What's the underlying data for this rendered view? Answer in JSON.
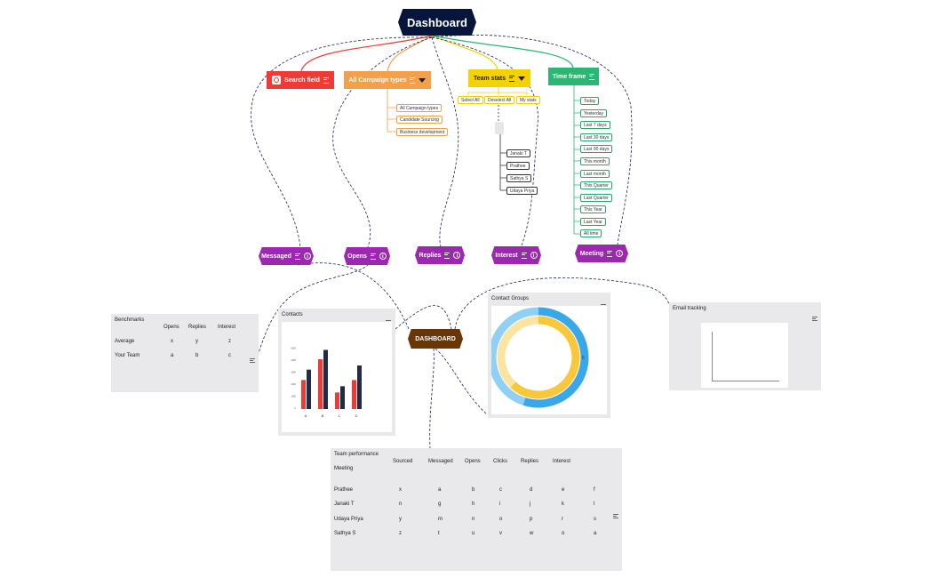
{
  "root": {
    "label": "Dashboard"
  },
  "branches": {
    "search": {
      "label": "Search field",
      "color": "#ef3b35"
    },
    "campaign": {
      "label": "All Campaign types",
      "color": "#f4a04a",
      "options": [
        "All Campaign types",
        "Candidate Sourcing",
        "Business development"
      ]
    },
    "team": {
      "label": "Team stats",
      "color": "#f6d100",
      "options": [
        "Select All",
        "Deselect All",
        "My stats"
      ],
      "members": [
        "Janaki T",
        "Prathee",
        "Sathya S",
        "Udaya Priya"
      ]
    },
    "time": {
      "label": "Time frame",
      "color": "#2bb673",
      "options": [
        "Today",
        "Yesterday",
        "Last 7 days",
        "Last 30 days",
        "Last 90 days",
        "This month",
        "Last month",
        "This Quarter",
        "Last Quarter",
        "This Year",
        "Last Year",
        "All time"
      ]
    }
  },
  "metrics": [
    "Messaged",
    "Opens",
    "Replies",
    "Interest",
    "Meeting"
  ],
  "center": {
    "label": "DASHBOARD"
  },
  "benchmarks": {
    "title": "Benchmarks",
    "headers": [
      "Opens",
      "Replies",
      "Interest"
    ],
    "rows": [
      {
        "label": "Average",
        "values": [
          "x",
          "y",
          "z"
        ]
      },
      {
        "label": "Your Team",
        "values": [
          "a",
          "b",
          "c"
        ]
      }
    ]
  },
  "contacts": {
    "title": "Contacts",
    "chart_data": {
      "type": "bar",
      "categories": [
        "A",
        "B",
        "C",
        "D"
      ],
      "series": [
        {
          "values": [
            2800,
            4800,
            1600,
            2800
          ]
        },
        {
          "values": [
            3800,
            5700,
            2200,
            4200
          ]
        }
      ],
      "ylim": [
        0,
        6000
      ],
      "yticks": [
        "0",
        "1000",
        "2000",
        "3000",
        "4000",
        "5000"
      ],
      "colors": [
        "#ef3b35",
        "#232a46"
      ]
    }
  },
  "contact_groups": {
    "title": "Contact Groups",
    "chart_data": {
      "type": "pie",
      "rings": [
        {
          "values": [
            0.55,
            0.45
          ],
          "colors": [
            "#3aa8e8",
            "#8fd0f4"
          ]
        },
        {
          "values": [
            0.62,
            0.38
          ],
          "colors": [
            "#f8c83a",
            "#fbe3a0"
          ]
        }
      ],
      "label": "6"
    }
  },
  "email_tracking": {
    "title": "Email tracking"
  },
  "team_performance": {
    "title": "Team performance",
    "subtitle": "Meeting",
    "headers": [
      "Sourced",
      "Messaged",
      "Opens",
      "Clicks",
      "Replies",
      "Interest"
    ],
    "rows": [
      {
        "name": "Prathee",
        "values": [
          "x",
          "a",
          "b",
          "c",
          "d",
          "e",
          "f"
        ]
      },
      {
        "name": "Janaki T",
        "values": [
          "n",
          "g",
          "h",
          "i",
          "j",
          "k",
          "l"
        ]
      },
      {
        "name": "Udaya Priya",
        "values": [
          "y",
          "m",
          "n",
          "o",
          "p",
          "r",
          "s"
        ]
      },
      {
        "name": "Sathya S",
        "values": [
          "z",
          "t",
          "u",
          "v",
          "w",
          "o",
          "a"
        ]
      }
    ]
  }
}
